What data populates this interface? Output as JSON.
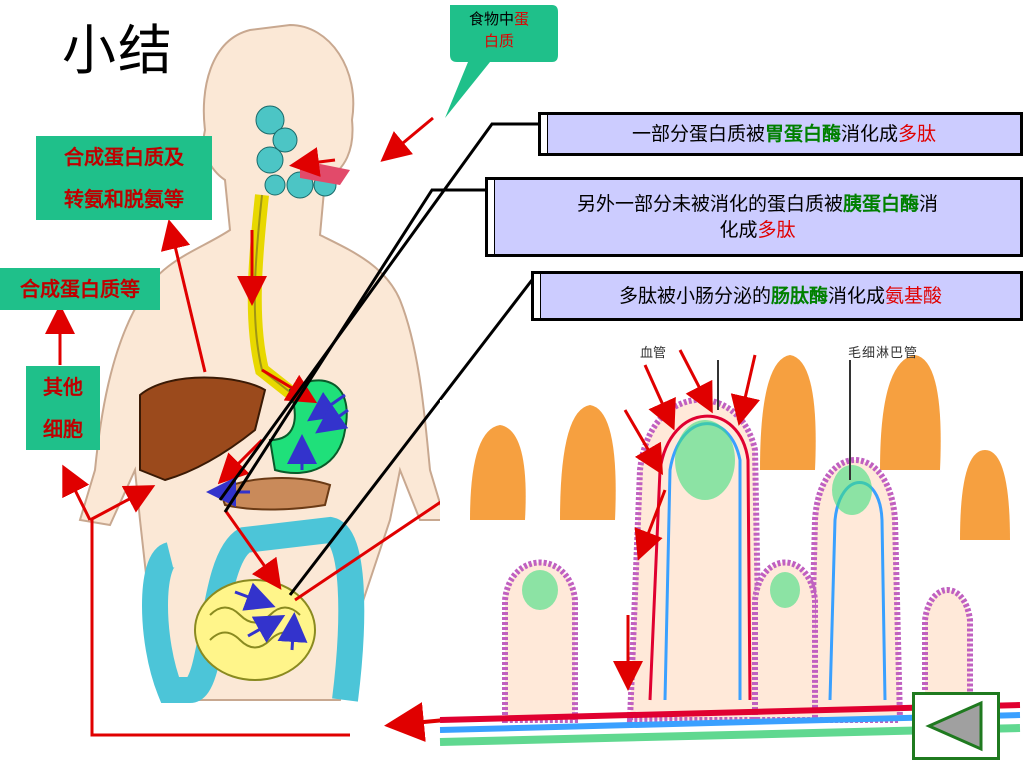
{
  "slide": {
    "title": "小结",
    "bubble": {
      "line1_black": "食物中",
      "line1_red": "蛋",
      "line2_red": "白质"
    },
    "labels": {
      "synth_transamination": [
        "合成蛋白质及",
        "转氨和脱氨等"
      ],
      "synth_protein": "合成蛋白质等",
      "other_cells": [
        "其他",
        "细胞"
      ]
    },
    "boxes": {
      "stomach": {
        "pre": "一部分蛋白质被",
        "enzyme": "胃蛋白酶",
        "mid": "消化成",
        "product": "多肽"
      },
      "pancreas": {
        "pre": "另外一部分未被消化的蛋白质被",
        "enzyme": "胰蛋白酶",
        "mid": "消",
        "line2_pre": "化成",
        "product": "多肽"
      },
      "intestine": {
        "pre": "多肽被小肠分泌的",
        "enzyme": "肠肽酶",
        "mid": "消化成",
        "product": "氨基酸"
      }
    },
    "villi_labels": {
      "blood_vessel": "血管",
      "lymph": "毛细淋巴管"
    },
    "nav": {
      "back_icon": "triangle-left-icon"
    },
    "colors": {
      "label_bg": "#1fc08a",
      "box_bg": "#ccccff",
      "enzyme": "#008000",
      "product": "#e00000",
      "arrow_red": "#e00000",
      "arrow_blue": "#3333cc"
    }
  }
}
